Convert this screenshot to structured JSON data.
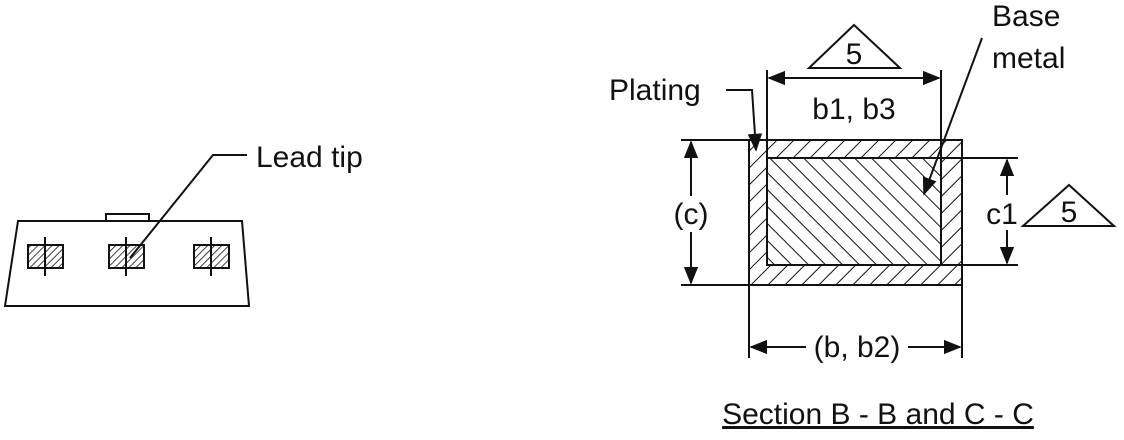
{
  "diagram": {
    "labels": {
      "lead_tip": "Lead tip",
      "plating": "Plating",
      "base_metal_line1": "Base",
      "base_metal_line2": "metal",
      "b1_b3": "b1, b3",
      "c": "(c)",
      "c1": "c1",
      "b_b2": "(b, b2)",
      "note_top": "5",
      "note_right": "5",
      "caption": "Section B - B and C - C"
    },
    "colors": {
      "stroke": "#111111",
      "background": "#ffffff"
    }
  }
}
